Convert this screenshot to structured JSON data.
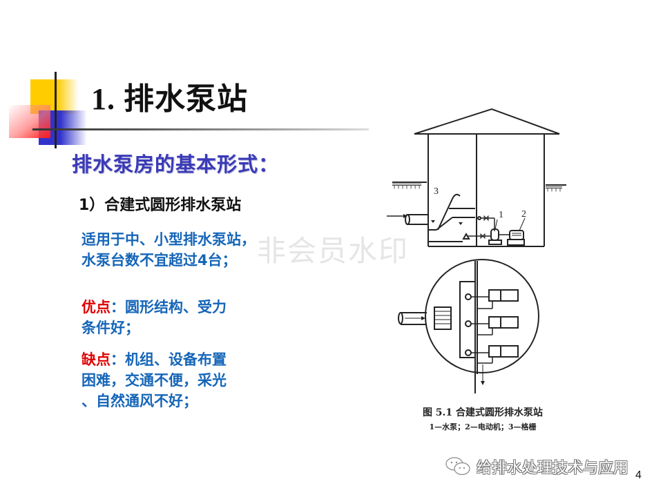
{
  "slide": {
    "title": "1. 排水泵站",
    "subtitle": "排水泵房的基本形式：",
    "item_heading": "1）合建式圆形排水泵站",
    "description": {
      "line1": "适用于中、小型排水泵站，",
      "line2": "水泵台数不宜超过4台；"
    },
    "pros": {
      "label": "优点",
      "line1": "：圆形结构、受力",
      "line2": "条件好；"
    },
    "cons": {
      "label": "缺点",
      "line1": "：机组、设备布置",
      "line2": "困难，交通不便，采光",
      "line3": "、自然通风不好；"
    },
    "watermark": "非会员水印",
    "page_number": "4"
  },
  "figure": {
    "labels": {
      "pump": "1",
      "motor": "2",
      "screen": "3"
    },
    "caption_title": "图 5.1    合建式圆形排水泵站",
    "caption_legend": "1—水泵；2—电动机；3—格栅"
  },
  "brand": {
    "icon": "wechat-icon",
    "text": "给排水处理技术与应用"
  },
  "colors": {
    "title": "#111111",
    "subtitle": "#3a3ab8",
    "body_blue": "#1565b8",
    "label_red": "#e00000",
    "deco_yellow": "#ffcc00",
    "deco_blue": "#3333cc",
    "deco_red": "#ff1a1a"
  }
}
